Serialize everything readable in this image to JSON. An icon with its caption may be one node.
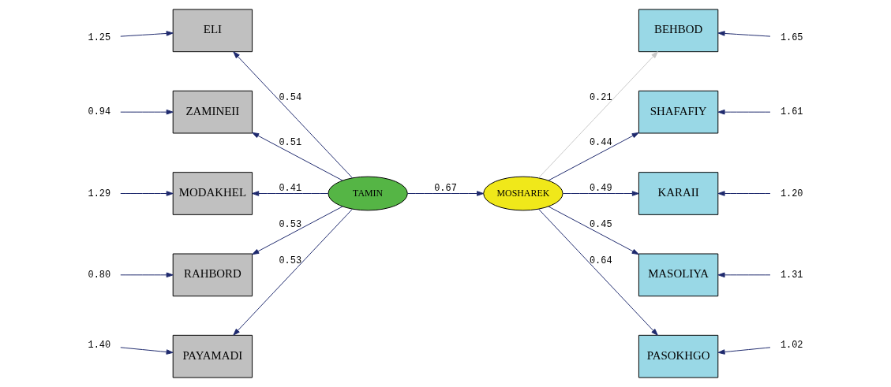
{
  "diagram": {
    "nodes": [
      {
        "text": [
          "1.25"
        ]
      },
      {
        "text": [
          "ELI"
        ]
      },
      {
        "text": [
          "0.94"
        ]
      },
      {
        "text": [
          "ZAMINEII"
        ]
      },
      {
        "text": [
          "1.29"
        ]
      },
      {
        "text": [
          "MODAKHEL"
        ]
      },
      {
        "text": [
          "0.80"
        ]
      },
      {
        "text": [
          "RAHBORD"
        ]
      },
      {
        "text": [
          "1.40"
        ]
      },
      {
        "text": [
          "PAYAMADI"
        ]
      },
      {
        "text": [
          "TAMIN"
        ]
      },
      {
        "text": [
          "MOSHAREK"
        ]
      },
      {
        "text": [
          "BEHBOD"
        ]
      },
      {
        "text": [
          "1.65"
        ]
      },
      {
        "text": [
          "SHAFAFIY"
        ]
      },
      {
        "text": [
          "1.61"
        ]
      },
      {
        "text": [
          "KARAII"
        ]
      },
      {
        "text": [
          "1.20"
        ]
      },
      {
        "text": [
          "MASOLIYA"
        ]
      },
      {
        "text": [
          "1.31"
        ]
      },
      {
        "text": [
          "PASOKHGO"
        ]
      },
      {
        "text": [
          "1.02"
        ]
      }
    ],
    "edges": [
      {
        "from": 0,
        "to": 1,
        "arrow": "to"
      },
      {
        "from": 2,
        "to": 3,
        "arrow": "to"
      },
      {
        "from": 4,
        "to": 5,
        "arrow": "to"
      },
      {
        "from": 6,
        "to": 7,
        "arrow": "to"
      },
      {
        "from": 8,
        "to": 9,
        "arrow": "to"
      },
      {
        "from": 10,
        "to": 1,
        "arrow": "to",
        "label": "0.54"
      },
      {
        "from": 10,
        "to": 3,
        "arrow": "to",
        "label": "0.51"
      },
      {
        "from": 10,
        "to": 5,
        "arrow": "to",
        "label": "0.41"
      },
      {
        "from": 10,
        "to": 7,
        "arrow": "to",
        "label": "0.53"
      },
      {
        "from": 10,
        "to": 9,
        "arrow": "to",
        "label": "0.53"
      },
      {
        "from": 10,
        "to": 11,
        "arrow": "to",
        "label": "0.67"
      },
      {
        "from": 11,
        "to": 12,
        "arrow": "to",
        "label": "0.21",
        "color": "#c8c8c8"
      },
      {
        "from": 11,
        "to": 14,
        "arrow": "to",
        "label": "0.44"
      },
      {
        "from": 11,
        "to": 16,
        "arrow": "to",
        "label": "0.49"
      },
      {
        "from": 11,
        "to": 18,
        "arrow": "to",
        "label": "0.45"
      },
      {
        "from": 11,
        "to": 20,
        "arrow": "to",
        "label": "0.64"
      },
      {
        "from": 13,
        "to": 12,
        "arrow": "to"
      },
      {
        "from": 15,
        "to": 14,
        "arrow": "to"
      },
      {
        "from": 17,
        "to": 16,
        "arrow": "to"
      },
      {
        "from": 19,
        "to": 18,
        "arrow": "to"
      },
      {
        "from": 21,
        "to": 20,
        "arrow": "to"
      }
    ]
  }
}
